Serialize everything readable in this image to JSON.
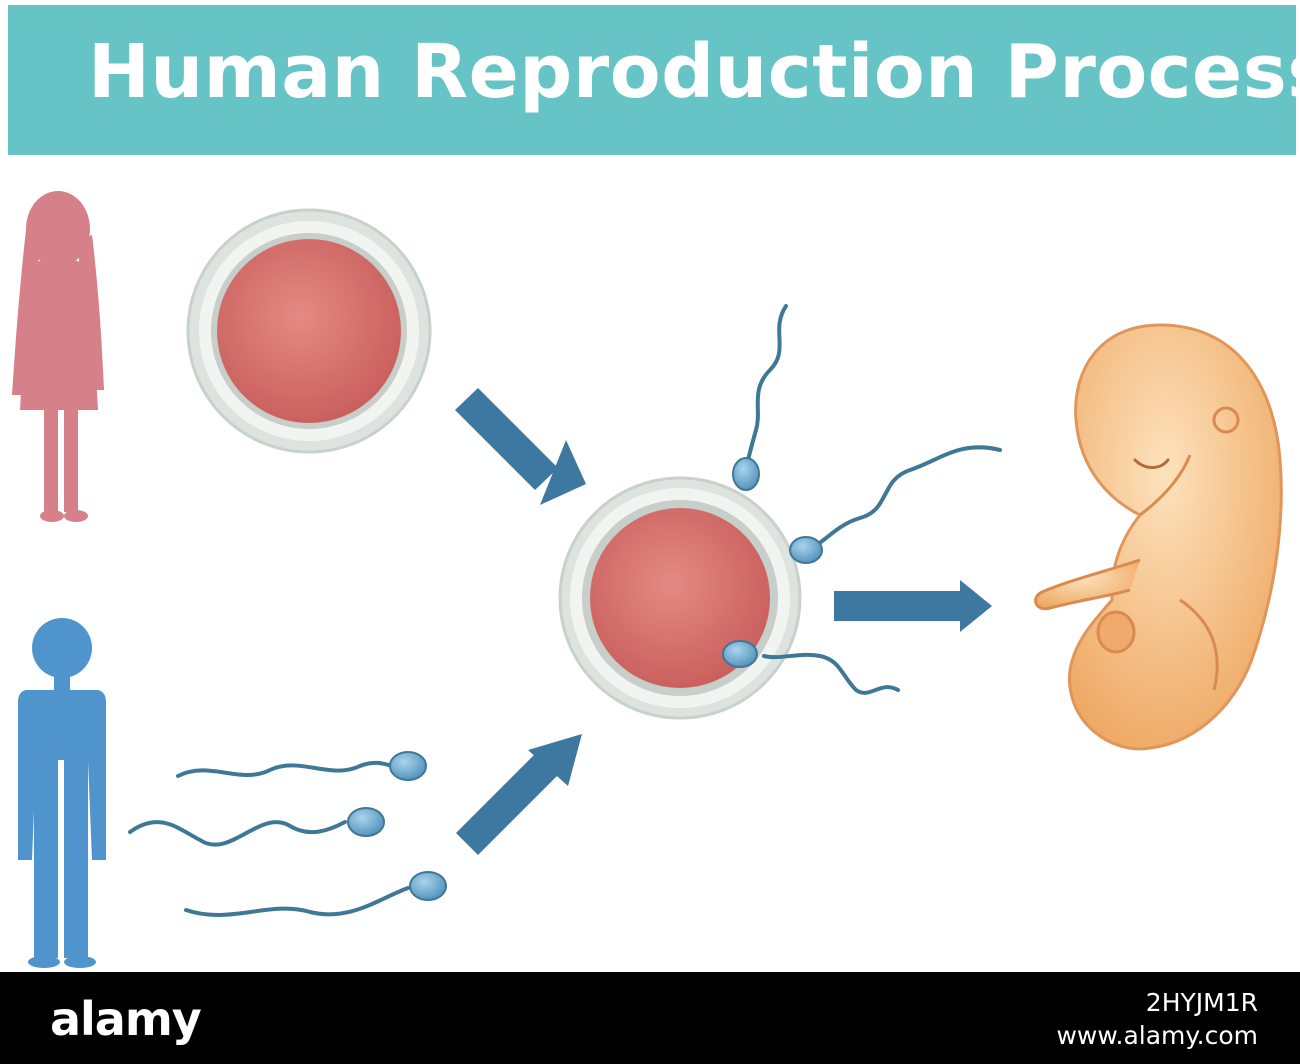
{
  "title": "Human Reproduction Process",
  "footer": {
    "logo": "alamy",
    "image_ref": "2HYJM1R",
    "site": "www.alamy.com"
  },
  "colors": {
    "banner": "#66c4c6",
    "female": "#d6808a",
    "male": "#4f94cc",
    "egg": "#d9736e",
    "egg_shell": "#cfd6d2",
    "sperm": "#3f7897",
    "arrow": "#3d78a0",
    "embryo": "#f6c08c"
  }
}
